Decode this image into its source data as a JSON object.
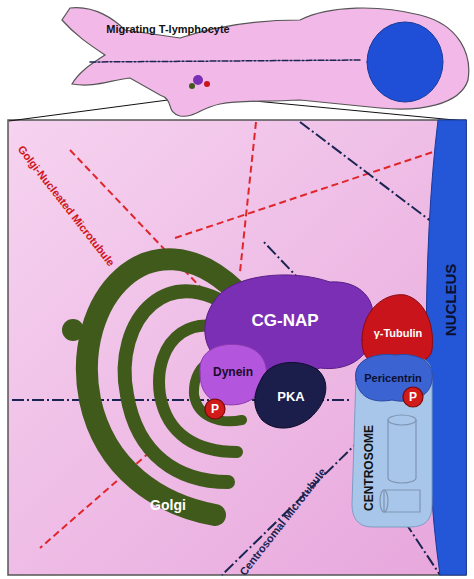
{
  "diagram": {
    "nodes": [
      {
        "text": [
          "Migrating T-lymphocyte"
        ]
      },
      {
        "text": [
          "CG-NAP"
        ]
      },
      {
        "text": [
          "Dynein"
        ]
      },
      {
        "text": [
          "P"
        ],
        "in": 2
      },
      {
        "text": [
          "PKA"
        ]
      },
      {
        "text": [
          "γ-Tubulin"
        ]
      },
      {
        "text": [
          "CENTROSOME"
        ]
      },
      {
        "text": [
          "Pericentrin"
        ],
        "in": 6
      },
      {
        "text": [
          "P"
        ],
        "in": 7
      },
      {
        "text": [
          "NUCLEUS"
        ]
      },
      {
        "text": [
          "Golgi"
        ]
      }
    ],
    "labels": [
      "Golgi-Nucleated Microtubule",
      "Centrosomal Microtubule"
    ]
  }
}
